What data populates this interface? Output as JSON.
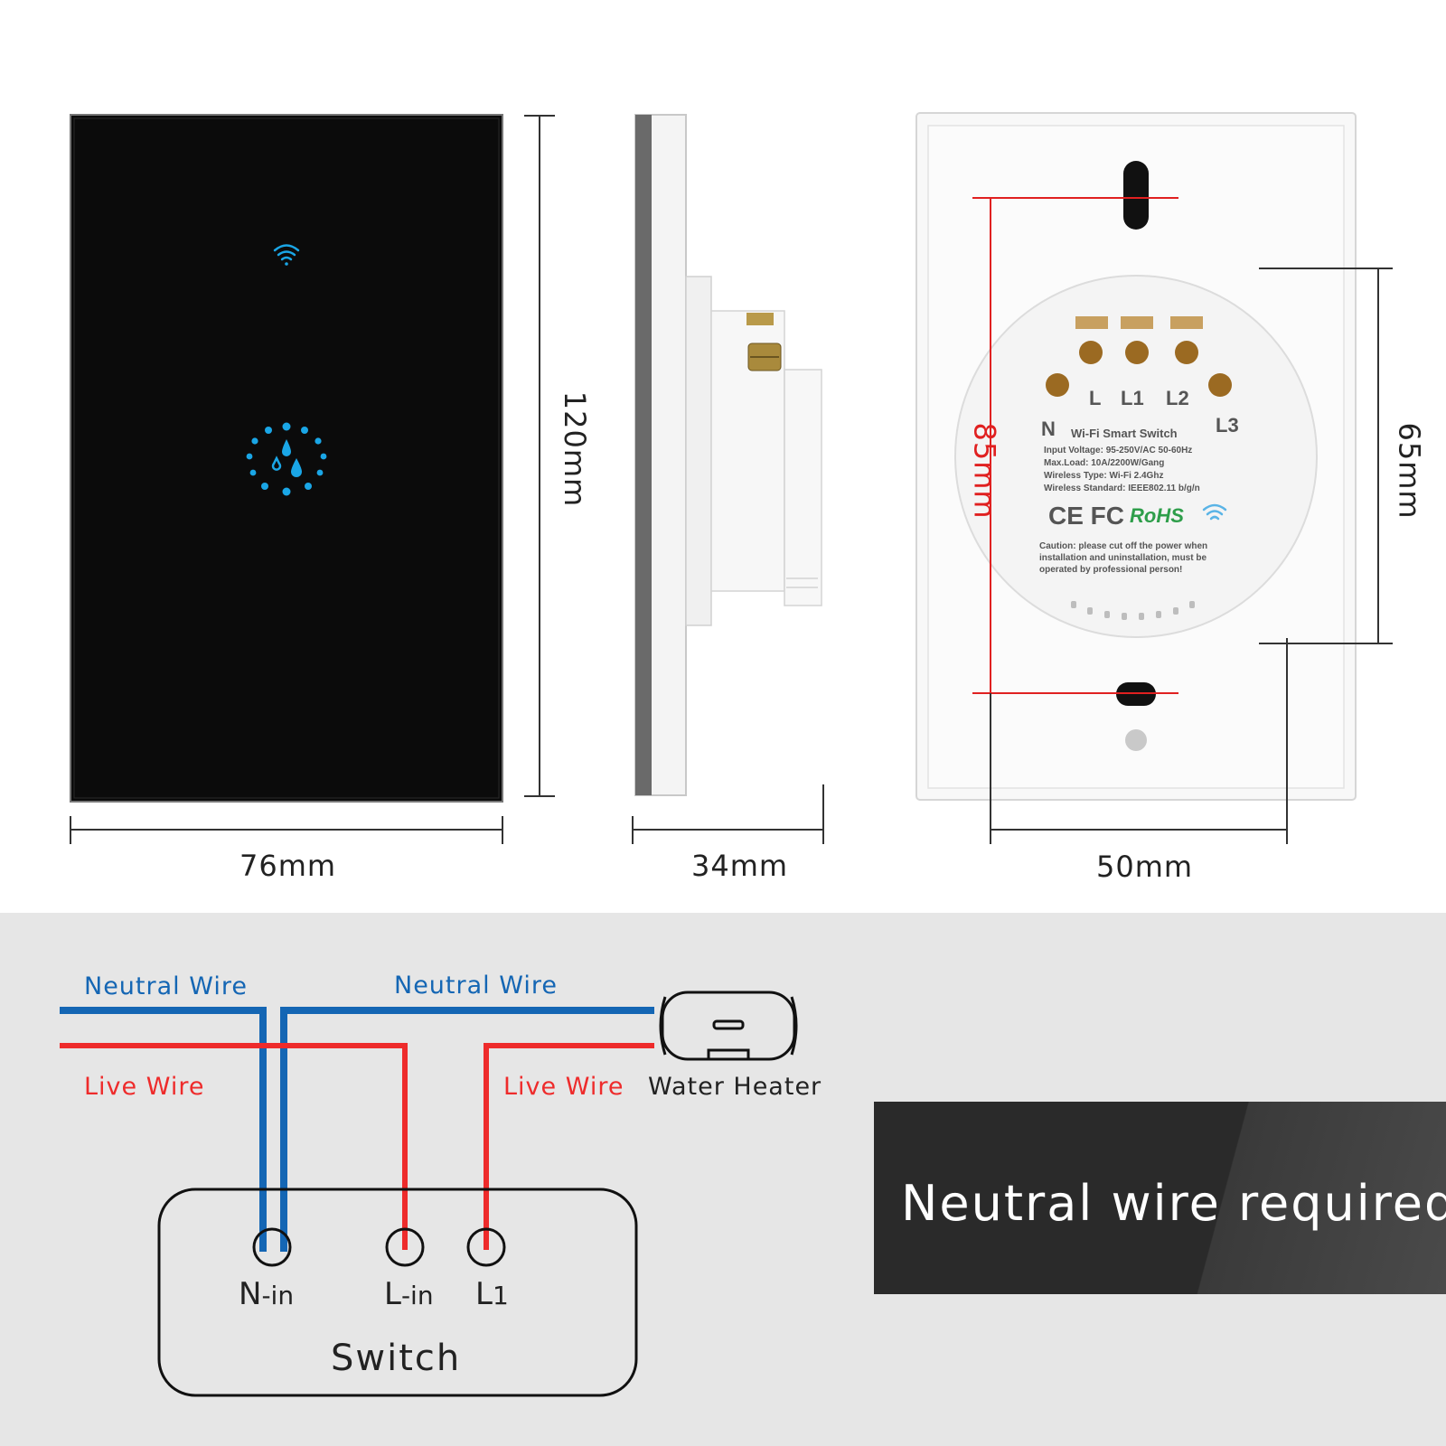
{
  "dimensions": {
    "front_width": "76mm",
    "front_height": "120mm",
    "side_depth": "34mm",
    "back_width": "50mm",
    "back_height": "85mm",
    "back_module_height": "65mm"
  },
  "back_label": {
    "terminals": [
      "L",
      "L1",
      "L2",
      "N",
      "L3"
    ],
    "title": "Wi-Fi Smart Switch",
    "specs": [
      "Input Voltage: 95-250V/AC 50-60Hz",
      "Max.Load: 10A/2200W/Gang",
      "Wireless Type: Wi-Fi 2.4Ghz",
      "Wireless Standard: IEEE802.11 b/g/n"
    ],
    "certs": "CE FC",
    "rohs": "RoHS",
    "caution": [
      "Caution: please cut off the power when",
      "installation and uninstallation, must be",
      "operated by professional person!"
    ]
  },
  "wiring": {
    "neutral_left": "Neutral Wire",
    "neutral_right": "Neutral Wire",
    "live_left": "Live Wire",
    "live_right": "Live Wire",
    "appliance": "Water Heater",
    "terminal_n": "N",
    "terminal_n_sub": "-in",
    "terminal_l": "L",
    "terminal_l_sub": "-in",
    "terminal_l1": "L",
    "terminal_l1_sub": "1",
    "switch_label": "Switch"
  },
  "banner": "Neutral wire required",
  "colors": {
    "neutral": "#1466b4",
    "live": "#ee2b2b",
    "panel": "#0b0b0b",
    "touch_icon": "#1aa6e6",
    "dimension_red": "#e02020",
    "rohs_green": "#2e9e4a"
  },
  "icons": [
    "wifi-icon",
    "water-drops-icon",
    "water-heater-icon"
  ]
}
